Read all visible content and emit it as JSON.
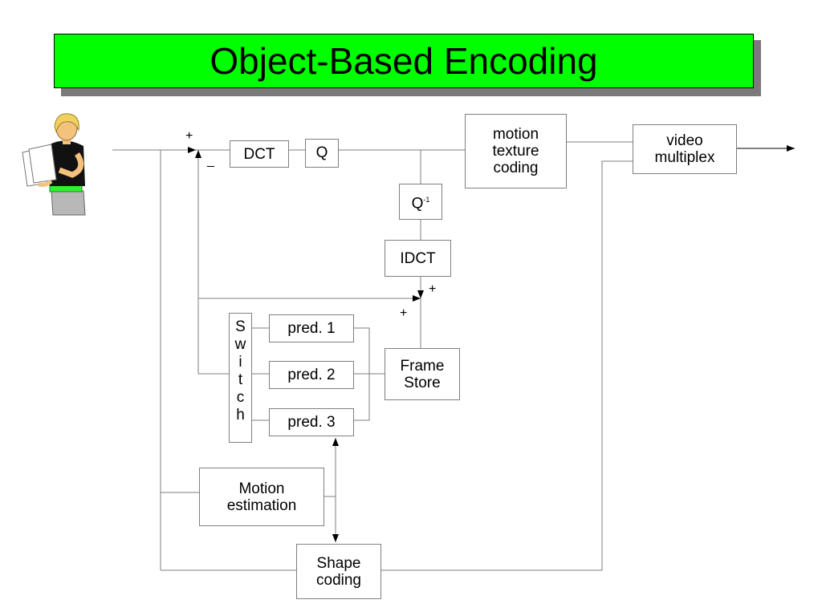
{
  "title": "Object-Based Encoding",
  "icons": {
    "presenter": "presenter-icon"
  },
  "colors": {
    "title_bg": "#00ff00",
    "title_shadow": "#7a7a7a",
    "wire": "#7f7f7f"
  },
  "blocks": {
    "dct": "DCT",
    "q": "Q",
    "qinv": "Q",
    "qinv_sup": "-1",
    "idct": "IDCT",
    "motion_texture": "motion\ntexture\ncoding",
    "video_multiplex": "video\nmultiplex",
    "frame_store": "Frame\nStore",
    "pred1": "pred. 1",
    "pred2": "pred. 2",
    "pred3": "pred. 3",
    "switch": [
      "S",
      "w",
      "i",
      "t",
      "c",
      "h"
    ],
    "motion_estimation": "Motion\nestimation",
    "shape_coding": "Shape\ncoding"
  },
  "signs": {
    "sum1_plus": "+",
    "sum1_minus": "_",
    "sum2_plus_top": "+",
    "sum2_plus_left": "+"
  }
}
